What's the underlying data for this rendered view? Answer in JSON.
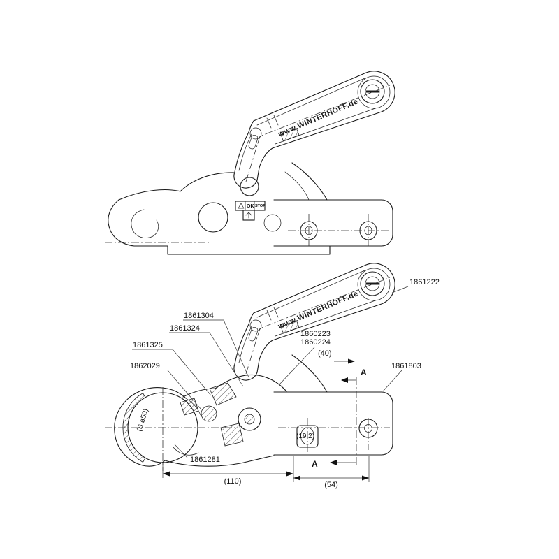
{
  "drawing": {
    "brand_text": "www.WINTERHOFF.de",
    "sticker": {
      "ok": "OK",
      "stop": "STOP"
    },
    "callouts": {
      "n1861222": "1861222",
      "n1861304": "1861304",
      "n1861324": "1861324",
      "n1861325": "1861325",
      "n1862029": "1862029",
      "n1860223": "1860223",
      "n1860224": "1860224",
      "n1861803": "1861803",
      "n1861281": "1861281"
    },
    "dimensions": {
      "width_110": "(110)",
      "width_54": "(54)",
      "offset_40": "(40)",
      "hole_19_2": "(19,2)",
      "ball_diameter": "(S ø50)"
    },
    "section_marker": "A"
  }
}
